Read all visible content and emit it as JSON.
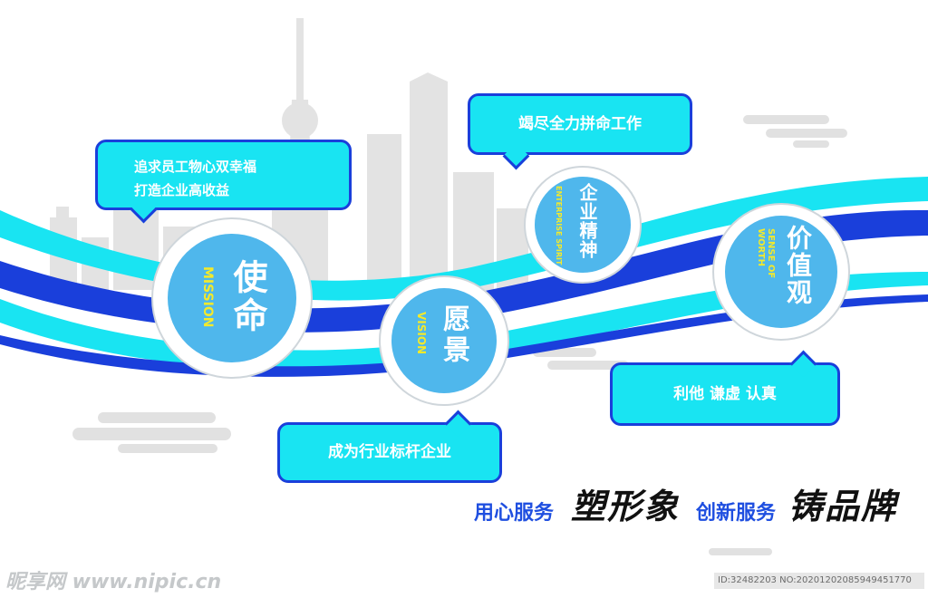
{
  "bubbles": {
    "mission": {
      "line1": "追求员工物心双幸福",
      "line2": "打造企业高收益"
    },
    "vision": {
      "line1": "成为行业标杆企业"
    },
    "spirit": {
      "line1": "竭尽全力拼命工作"
    },
    "worth": {
      "line1": "利他 谦虚 认真"
    }
  },
  "circles": {
    "mission": {
      "cn": "使命",
      "en": "MISSION"
    },
    "vision": {
      "cn": "愿景",
      "en": "VISION"
    },
    "spirit": {
      "cn": "企业精神",
      "en": "ENTERPRISE SPIRIT"
    },
    "worth": {
      "cn": "价值观",
      "en": "SENSE OF WORTH"
    }
  },
  "slogan": {
    "part1": "用心服务",
    "part1_calli": "塑形象",
    "part2": "创新服务",
    "part2_calli": "铸品牌"
  },
  "watermark": {
    "left": "昵享网 www.nipic.cn",
    "right": "ID:32482203 NO:20201202085949451770"
  },
  "colors": {
    "cyan": "#19e4f2",
    "blue": "#1a3fdb",
    "circle_fill": "#4fb7ec",
    "yellow_text": "#f4ea2a",
    "skyline": "#e3e3e3"
  }
}
